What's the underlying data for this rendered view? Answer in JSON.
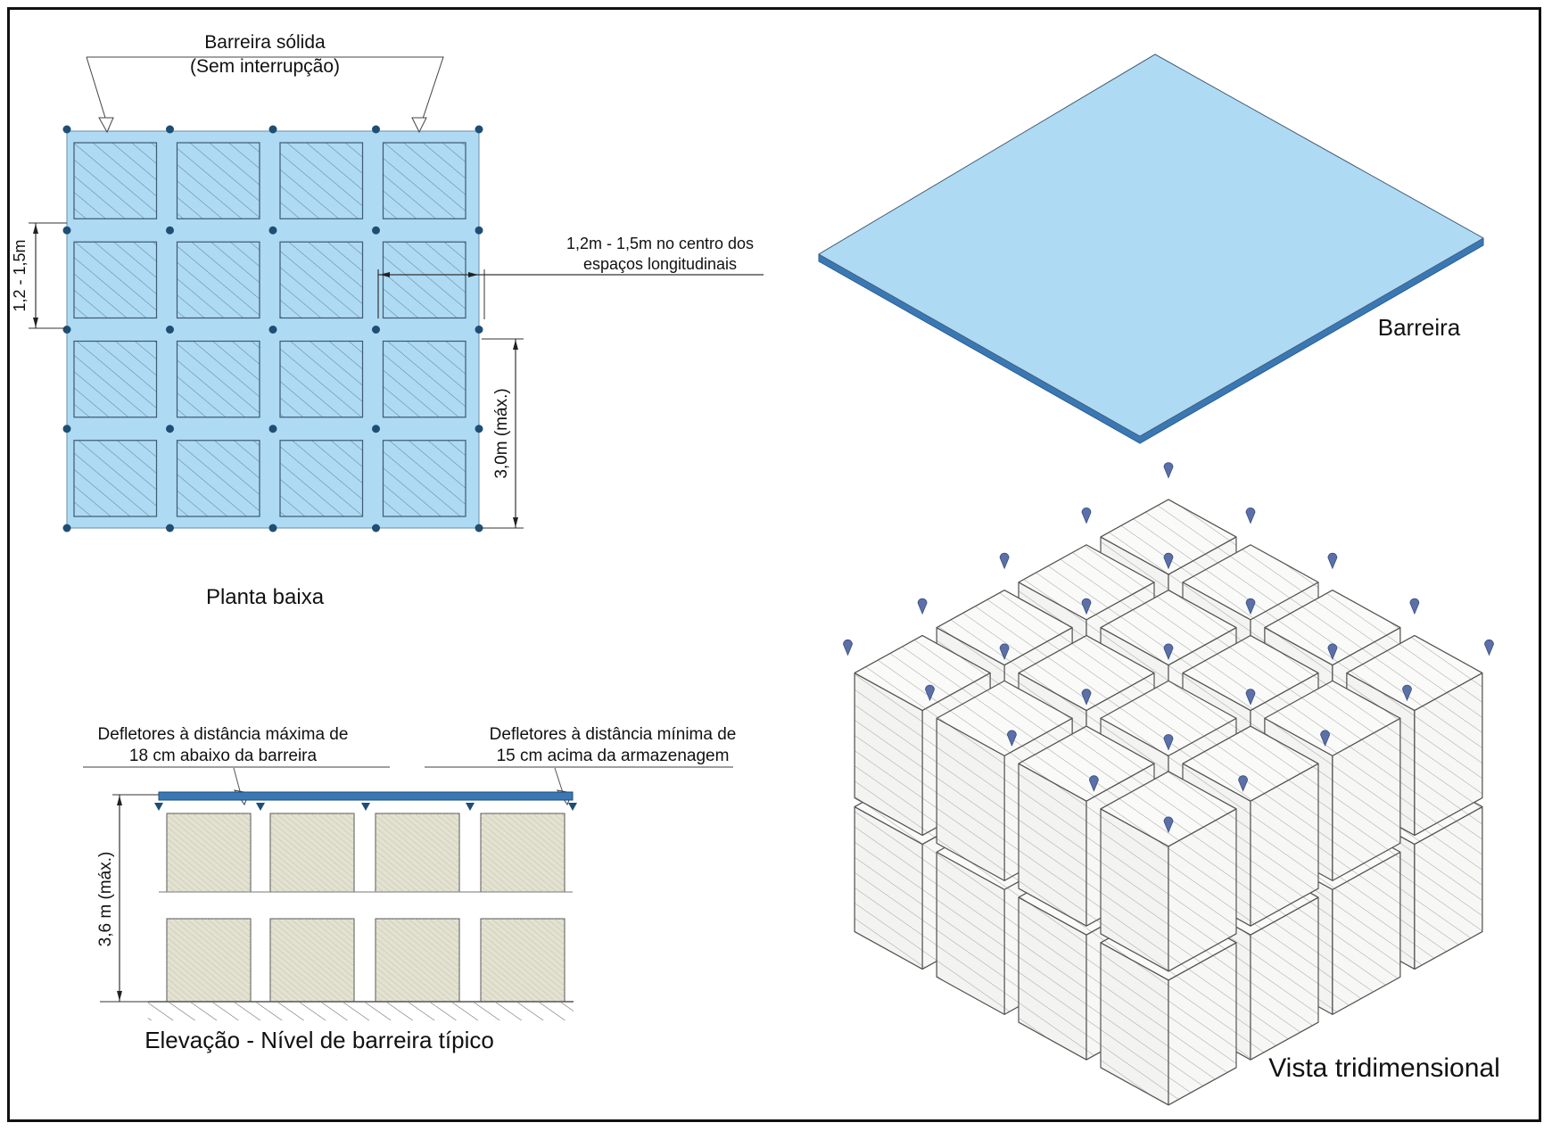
{
  "plan": {
    "title": "Planta baixa",
    "callout_line1": "Barreira sólida",
    "callout_line2": "(Sem interrupção)",
    "dim_spacing": "1,2 - 1,5m",
    "dim_longitudinal_line1": "1,2m - 1,5m no centro dos",
    "dim_longitudinal_line2": "espaços longitudinais",
    "dim_max_height": "3,0m (máx.)",
    "rows": 4,
    "cols": 4
  },
  "elevation": {
    "title": "Elevação - Nível de barreira típico",
    "note_left_line1": "Defletores à distância máxima de",
    "note_left_line2": "18 cm abaixo da barreira",
    "note_right_line1": "Defletores à distância mínima de",
    "note_right_line2": "15 cm acima da armazenagem",
    "dim_height": "3,6 m (máx.)",
    "tiers": 2,
    "cols": 4
  },
  "isometric": {
    "barrier_label": "Barreira",
    "title": "Vista tridimensional",
    "grid": 4,
    "tiers": 2
  },
  "colors": {
    "barrier_fill": "#aedaf3",
    "barrier_edge": "#3a78b5",
    "sprinkler": "#5b6fa8",
    "dot": "#1f4e74",
    "storage_elev": "#e3e1d0",
    "storage_iso": "#f6f6f4"
  }
}
